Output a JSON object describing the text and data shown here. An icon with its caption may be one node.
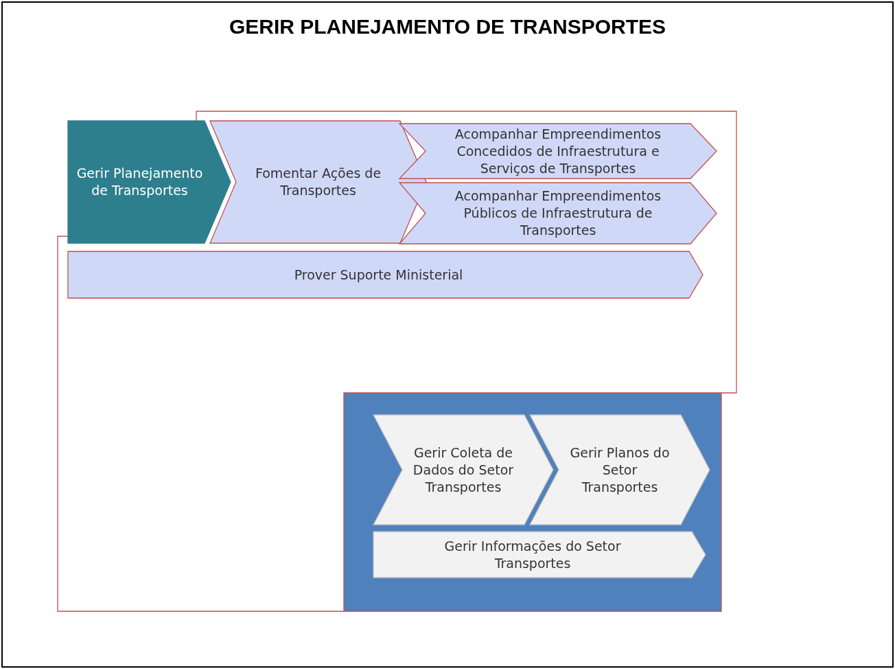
{
  "diagram": {
    "title": "GERIR PLANEJAMENTO DE TRANSPORTES",
    "nodes": [
      {
        "text": [
          "Gerir Planejamento de Transportes"
        ]
      },
      {
        "text": [
          "Fomentar Ações de Transportes"
        ]
      },
      {
        "text": [
          "Acompanhar Empreendimentos Concedidos de Infraestrutura e Serviços de Transportes"
        ]
      },
      {
        "text": [
          "Acompanhar Empreendimentos Públicos de Infraestrutura de Transportes"
        ]
      },
      {
        "text": [
          "Prover Suporte Ministerial"
        ]
      },
      {
        "text": [],
        "shape": "box"
      },
      {
        "text": [
          "Gerir Coleta de Dados do Setor Transportes"
        ],
        "in": 5
      },
      {
        "text": [
          "Gerir Planos do Setor Transportes"
        ],
        "in": 5
      },
      {
        "text": [
          "Gerir Informações do Setor Transportes"
        ],
        "in": 5
      }
    ],
    "edges": [
      {
        "from": 0,
        "to": 5,
        "arrow": "none"
      },
      {
        "from": 0,
        "to": 5,
        "arrow": "none"
      }
    ]
  }
}
